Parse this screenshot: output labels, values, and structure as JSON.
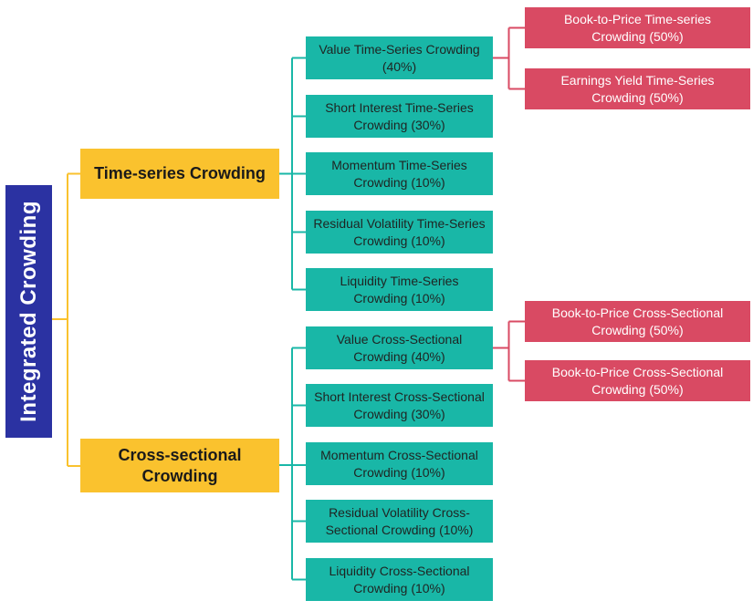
{
  "diagram": {
    "root": {
      "label": "Integrated Crowding"
    },
    "branches": [
      {
        "label": "Time-series Crowding",
        "children": [
          {
            "label": "Value Time-Series Crowding\n(40%)",
            "children": [
              {
                "label": "Book-to-Price Time-series\nCrowding (50%)"
              },
              {
                "label": "Earnings Yield Time-Series\nCrowding (50%)"
              }
            ]
          },
          {
            "label": "Short Interest Time-Series\nCrowding (30%)"
          },
          {
            "label": "Momentum Time-Series\nCrowding (10%)"
          },
          {
            "label": "Residual Volatility Time-Series\nCrowding (10%)"
          },
          {
            "label": "Liquidity Time-Series\nCrowding (10%)"
          }
        ]
      },
      {
        "label": "Cross-sectional\nCrowding",
        "children": [
          {
            "label": "Value Cross-Sectional\nCrowding (40%)",
            "children": [
              {
                "label": "Book-to-Price Cross-Sectional\nCrowding (50%)"
              },
              {
                "label": "Book-to-Price Cross-Sectional\nCrowding (50%)"
              }
            ]
          },
          {
            "label": "Short Interest Cross-Sectional\nCrowding (30%)"
          },
          {
            "label": "Momentum Cross-Sectional\nCrowding (10%)"
          },
          {
            "label": "Residual Volatility Cross-\nSectional Crowding (10%)"
          },
          {
            "label": "Liquidity Cross-Sectional\nCrowding (10%)"
          }
        ]
      }
    ],
    "colors": {
      "root_bg": "#2B32A2",
      "branch_bg": "#FAC22E",
      "leaf_bg": "#19B7A7",
      "subleaf_bg": "#D94A63",
      "root_text": "#FFFFFF",
      "branch_text": "#1A1A1A",
      "leaf_text": "#1F2422",
      "subleaf_text": "#FFFFFF",
      "connector_root": "#FAC22E",
      "connector_leaf": "#19B7A7",
      "connector_subleaf": "#D94A63"
    }
  }
}
